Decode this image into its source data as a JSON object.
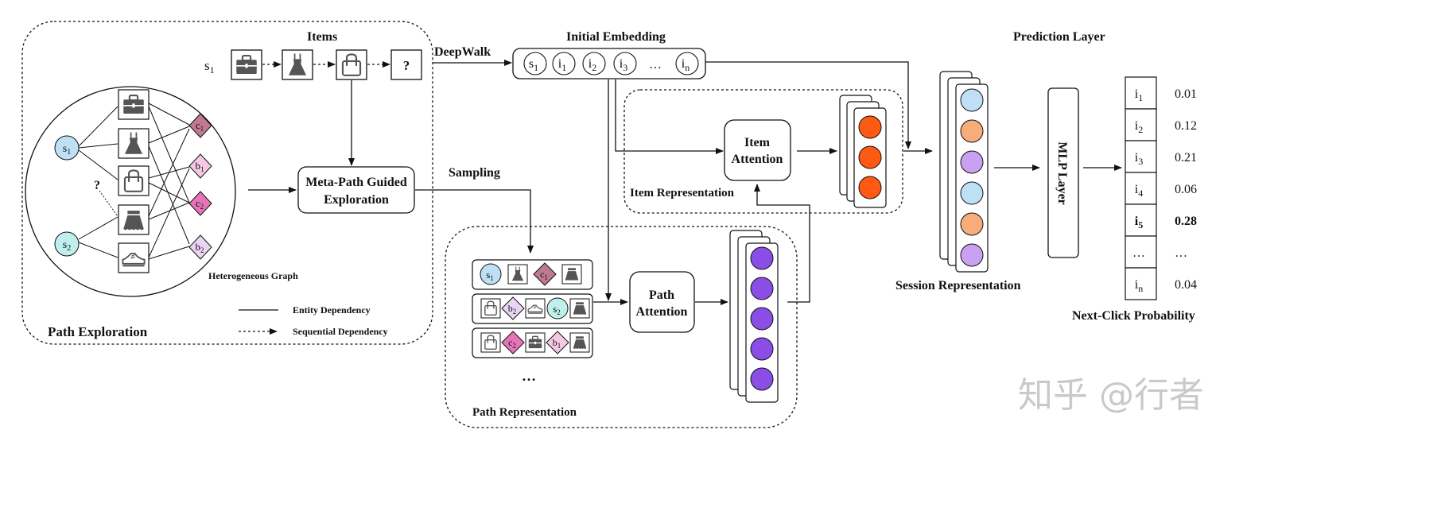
{
  "labels": {
    "items": "Items",
    "initial_embedding": "Initial Embedding",
    "deepwalk": "DeepWalk",
    "prediction_layer": "Prediction Layer",
    "meta_path_line1": "Meta-Path Guided",
    "meta_path_line2": "Exploration",
    "sampling": "Sampling",
    "item_attention_line1": "Item",
    "item_attention_line2": "Attention",
    "item_representation": "Item Representation",
    "path_attention_line1": "Path",
    "path_attention_line2": "Attention",
    "path_representation": "Path Representation",
    "session_representation": "Session Representation",
    "mlp_layer": "MLP Layer",
    "next_click_probability": "Next-Click Probability",
    "heterogeneous_graph": "Heterogeneous Graph",
    "entity_dependency": "Entity Dependency",
    "sequential_dependency": "Sequential Dependency",
    "path_exploration": "Path Exploration",
    "unknown_item": "?",
    "graph_question": "?",
    "paths_more": "…",
    "watermark": "知乎 @行者"
  },
  "session_row": {
    "base": "s",
    "sub": "1"
  },
  "embedding_nodes": [
    {
      "base": "s",
      "sub": "1"
    },
    {
      "base": "i",
      "sub": "1"
    },
    {
      "base": "i",
      "sub": "2"
    },
    {
      "base": "i",
      "sub": "3"
    },
    {
      "base": "…",
      "sub": ""
    },
    {
      "base": "i",
      "sub": "n"
    }
  ],
  "graph": {
    "sessions": [
      {
        "base": "s",
        "sub": "1"
      },
      {
        "base": "s",
        "sub": "2"
      }
    ],
    "attributes": [
      {
        "base": "c",
        "sub": "1"
      },
      {
        "base": "b",
        "sub": "1"
      },
      {
        "base": "c",
        "sub": "2"
      },
      {
        "base": "b",
        "sub": "2"
      }
    ],
    "item_icons": [
      "briefcase-icon",
      "dress-icon",
      "handbag-icon",
      "skirt-icon",
      "sneaker-icon"
    ]
  },
  "paths": [
    [
      {
        "type": "session",
        "base": "s",
        "sub": "1"
      },
      {
        "type": "item",
        "icon": "dress-icon"
      },
      {
        "type": "attr",
        "base": "c",
        "sub": "1"
      },
      {
        "type": "item",
        "icon": "skirt-icon"
      }
    ],
    [
      {
        "type": "item",
        "icon": "handbag-icon"
      },
      {
        "type": "attr",
        "base": "b",
        "sub": "2"
      },
      {
        "type": "item",
        "icon": "sneaker-icon"
      },
      {
        "type": "session",
        "base": "s",
        "sub": "2"
      },
      {
        "type": "item",
        "icon": "skirt-icon"
      }
    ],
    [
      {
        "type": "item",
        "icon": "handbag-icon"
      },
      {
        "type": "attr",
        "base": "c",
        "sub": "2"
      },
      {
        "type": "item",
        "icon": "briefcase-icon"
      },
      {
        "type": "attr",
        "base": "b",
        "sub": "1"
      },
      {
        "type": "item",
        "icon": "skirt-icon"
      }
    ]
  ],
  "predictions": [
    {
      "base": "i",
      "sub": "1",
      "prob": "0.01",
      "bold": false
    },
    {
      "base": "i",
      "sub": "2",
      "prob": "0.12",
      "bold": false
    },
    {
      "base": "i",
      "sub": "3",
      "prob": "0.21",
      "bold": false
    },
    {
      "base": "i",
      "sub": "4",
      "prob": "0.06",
      "bold": false
    },
    {
      "base": "i",
      "sub": "5",
      "prob": "0.28",
      "bold": true
    },
    {
      "base": "…",
      "sub": "",
      "prob": "…",
      "bold": false
    },
    {
      "base": "i",
      "sub": "n",
      "prob": "0.04",
      "bold": false
    }
  ],
  "colors": {
    "session_s1": "#bfdff5",
    "session_s2": "#bff0ee",
    "c1": "#c07a90",
    "b1": "#f5c8e6",
    "c2": "#e674b8",
    "b2": "#ead6f2",
    "item_orange": "#ff5a14",
    "path_purple": "#8a4ee6",
    "session_vec": [
      "#bfdff5",
      "#f7ad7a",
      "#caa0f2",
      "#bfdff5",
      "#f7ad7a",
      "#caa0f2"
    ],
    "icon_gray": "#555555"
  }
}
